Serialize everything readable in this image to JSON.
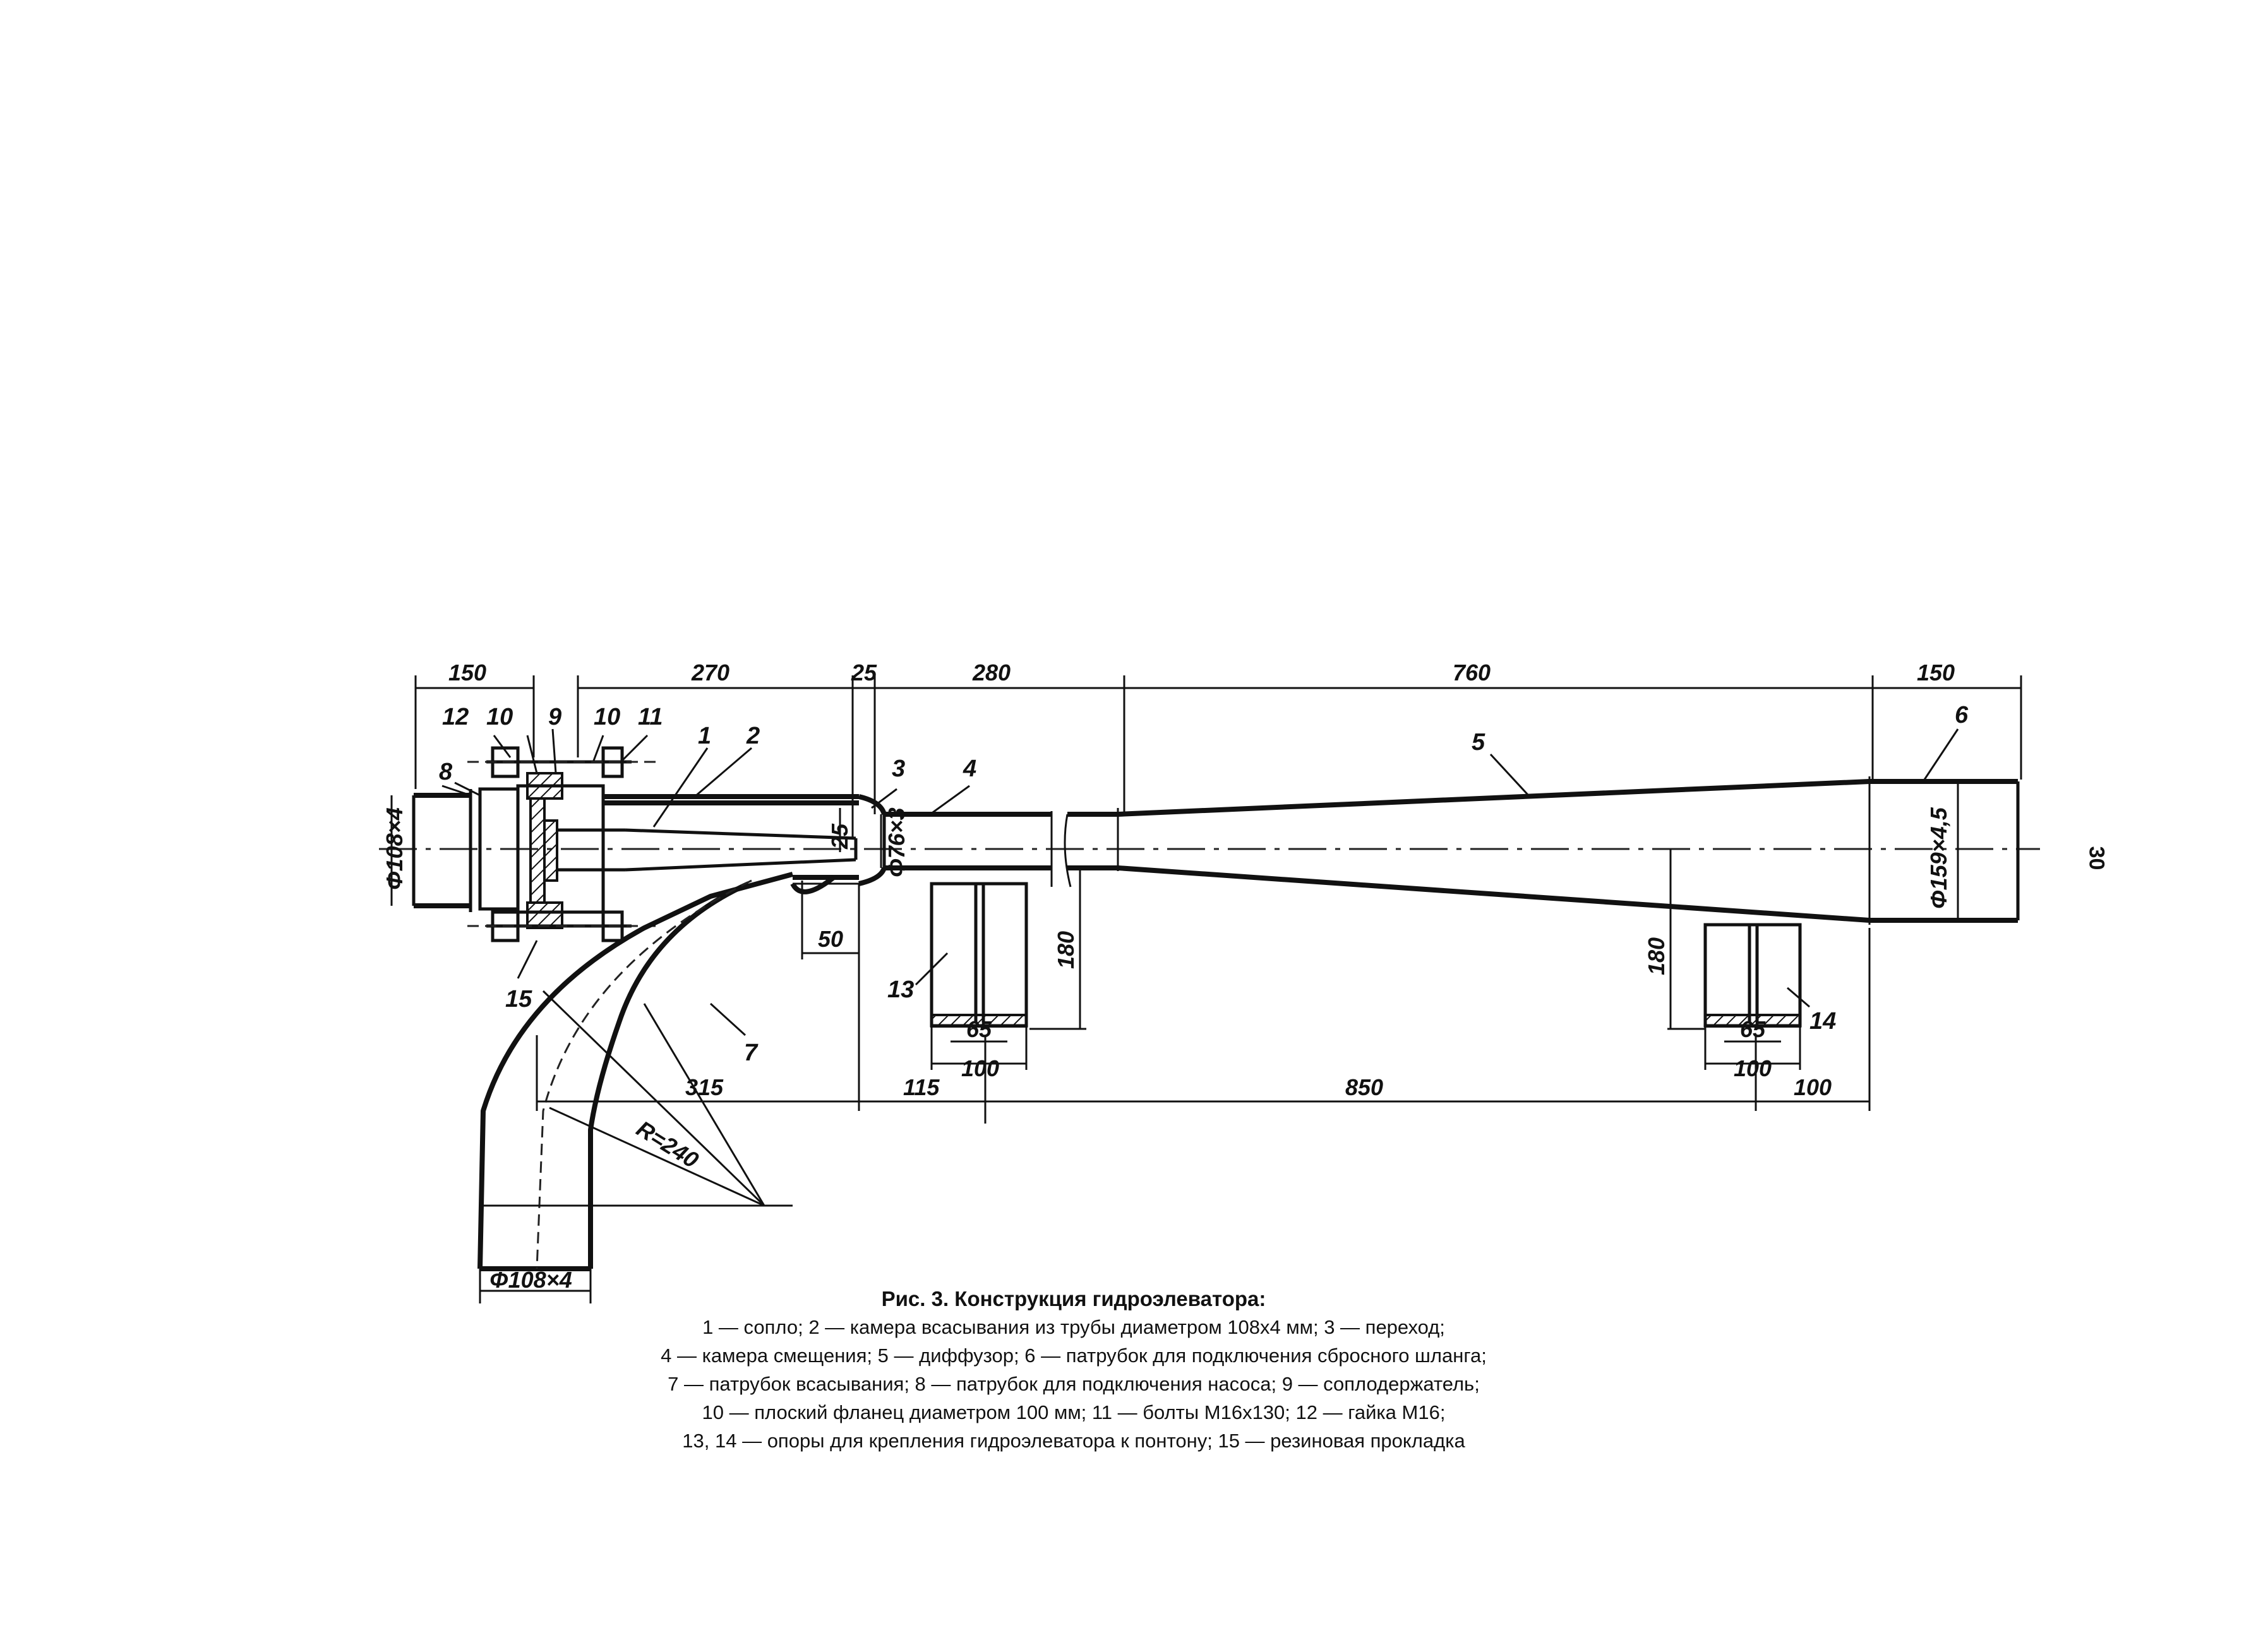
{
  "page_number": "30",
  "caption": {
    "title": "Рис. 3. Конструкция гидроэлеватора:",
    "lines": [
      "1 — сопло; 2 — камера всасывания из трубы диаметром 108х4 мм; 3 — переход;",
      "4 — камера смещения; 5 — диффузор; 6 — патрубок для подключения сбросного шланга;",
      "7 — патрубок всасывания; 8 — патрубок для подключения насоса; 9 — соплодержатель;",
      "10 — плоский фланец диаметром 100 мм; 11 — болты М16х130; 12 — гайка М16;",
      "13, 14 — опоры для крепления гидроэлеватора к понтону; 15 — резиновая прокладка"
    ]
  },
  "dimensions": {
    "top_150_left": "150",
    "top_270": "270",
    "top_25": "25",
    "top_280": "280",
    "top_760": "760",
    "top_150_right": "150",
    "d_50": "50",
    "d_25_vert": "25",
    "d_180_left": "180",
    "d_180_right": "180",
    "d_65_left": "65",
    "d_100_left": "100",
    "d_65_right": "65",
    "d_100_right": "100",
    "bottom_315": "315",
    "bottom_115": "115",
    "bottom_850": "850",
    "bottom_100": "100",
    "radius": "R=240",
    "dia_108_left": "Φ108×4",
    "dia_108_bottom": "Φ108×4",
    "dia_76": "Φ76×3",
    "dia_159": "Φ159×4,5"
  },
  "positions": {
    "p1": "1",
    "p2": "2",
    "p3": "3",
    "p4": "4",
    "p5": "5",
    "p6": "6",
    "p7": "7",
    "p8": "8",
    "p9": "9",
    "p10a": "10",
    "p10b": "10",
    "p11": "11",
    "p12": "12",
    "p13": "13",
    "p14": "14",
    "p15": "15"
  }
}
